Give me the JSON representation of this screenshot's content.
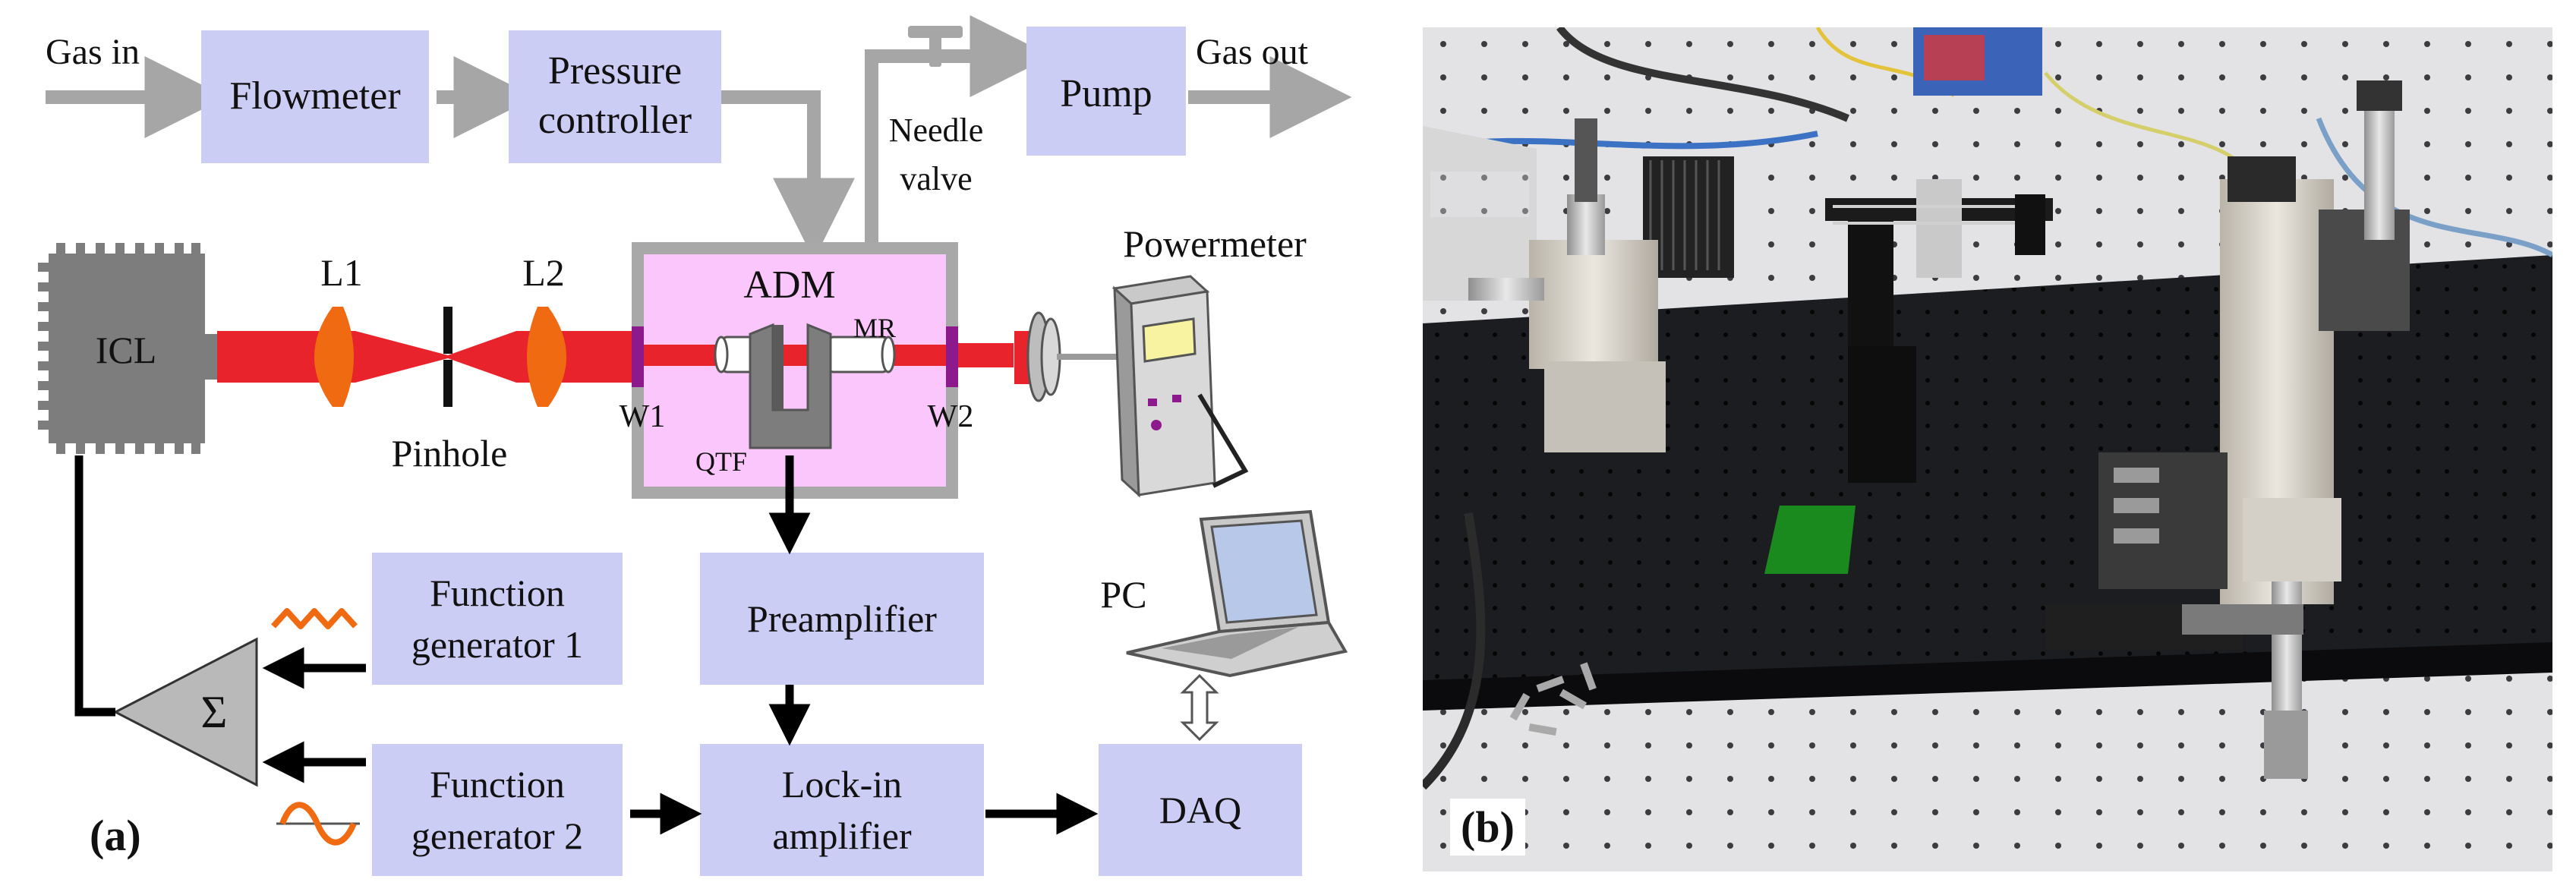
{
  "panel_a": {
    "label": "(a)",
    "gas_in": "Gas in",
    "gas_out": "Gas out",
    "flowmeter": "Flowmeter",
    "pressure_controller_line1": "Pressure",
    "pressure_controller_line2": "controller",
    "pump": "Pump",
    "needle_valve_line1": "Needle",
    "needle_valve_line2": "valve",
    "icl": "ICL",
    "lens1": "L1",
    "lens2": "L2",
    "pinhole": "Pinhole",
    "adm": "ADM",
    "window1": "W1",
    "window2": "W2",
    "mr": "MR",
    "qtf": "QTF",
    "powermeter": "Powermeter",
    "function_generator_1_line1": "Function",
    "function_generator_1_line2": "generator 1",
    "function_generator_2_line1": "Function",
    "function_generator_2_line2": "generator 2",
    "summer_symbol": "Σ",
    "preamplifier": "Preamplifier",
    "lockin_line1": "Lock-in",
    "lockin_line2": "amplifier",
    "pc": "PC",
    "daq": "DAQ"
  },
  "panel_b": {
    "label": "(b)"
  },
  "colors": {
    "box_fill": "#cccdf5",
    "chamber_fill": "#fbc6fb",
    "chamber_border": "#a8a8a8",
    "gas_arrow": "#a6a6a6",
    "laser": "#e8232b",
    "lens": "#f06a12",
    "window": "#8d1a8d",
    "icl_gray": "#7d7d7d",
    "black": "#000000",
    "waveform": "#f06a12"
  }
}
